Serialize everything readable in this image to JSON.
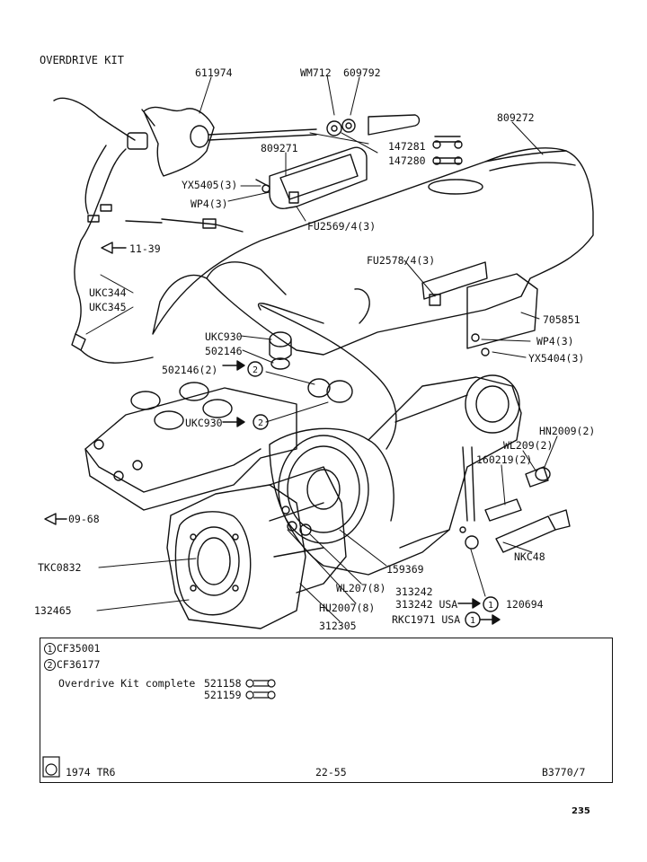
{
  "title": "OVERDRIVE KIT",
  "labels": {
    "l611974": "611974",
    "lWM712": "WM712",
    "l609792": "609792",
    "l809272": "809272",
    "l809271": "809271",
    "l147281": "147281",
    "l147280": "147280",
    "lYX5405": "YX5405(3)",
    "lWP4a": "WP4(3)",
    "lFU2569": "FU2569/4(3)",
    "l1139": "11-39",
    "lFU2578": "FU2578/4(3)",
    "lUKC344": "UKC344",
    "lUKC345": "UKC345",
    "lUKC930a": "UKC930",
    "l502146": "502146",
    "l5021462": "502146(2)",
    "lUKC930b": "UKC930",
    "l705851": "705851",
    "lWP4b": "WP4(3)",
    "lYX5404": "YX5404(3)",
    "lHN2009": "HN2009(2)",
    "lWL209": "WL209(2)",
    "l160219": "160219(2)",
    "l0968": "09-68",
    "lTKC0832": "TKC0832",
    "l159369": "159369",
    "lNKC48": "NKC48",
    "lWL207": "WL207(8)",
    "l313242a": "313242",
    "l313242b": "313242 USA",
    "l120694": "120694",
    "lHU2007": "HU2007(8)",
    "lRKC1971": "RKC1971 USA",
    "l132465": "132465",
    "l312305": "312305"
  },
  "notes": {
    "cf1_num": "1",
    "cf1": "CF35001",
    "cf2_num": "2",
    "cf2": "CF36177",
    "kit_text": "Overdrive Kit complete",
    "kit_part1": "521158",
    "kit_part2": "521159",
    "year_model": "1974 TR6",
    "page_ref": "22-55",
    "ref_code": "B3770/7"
  },
  "page_number": "235"
}
